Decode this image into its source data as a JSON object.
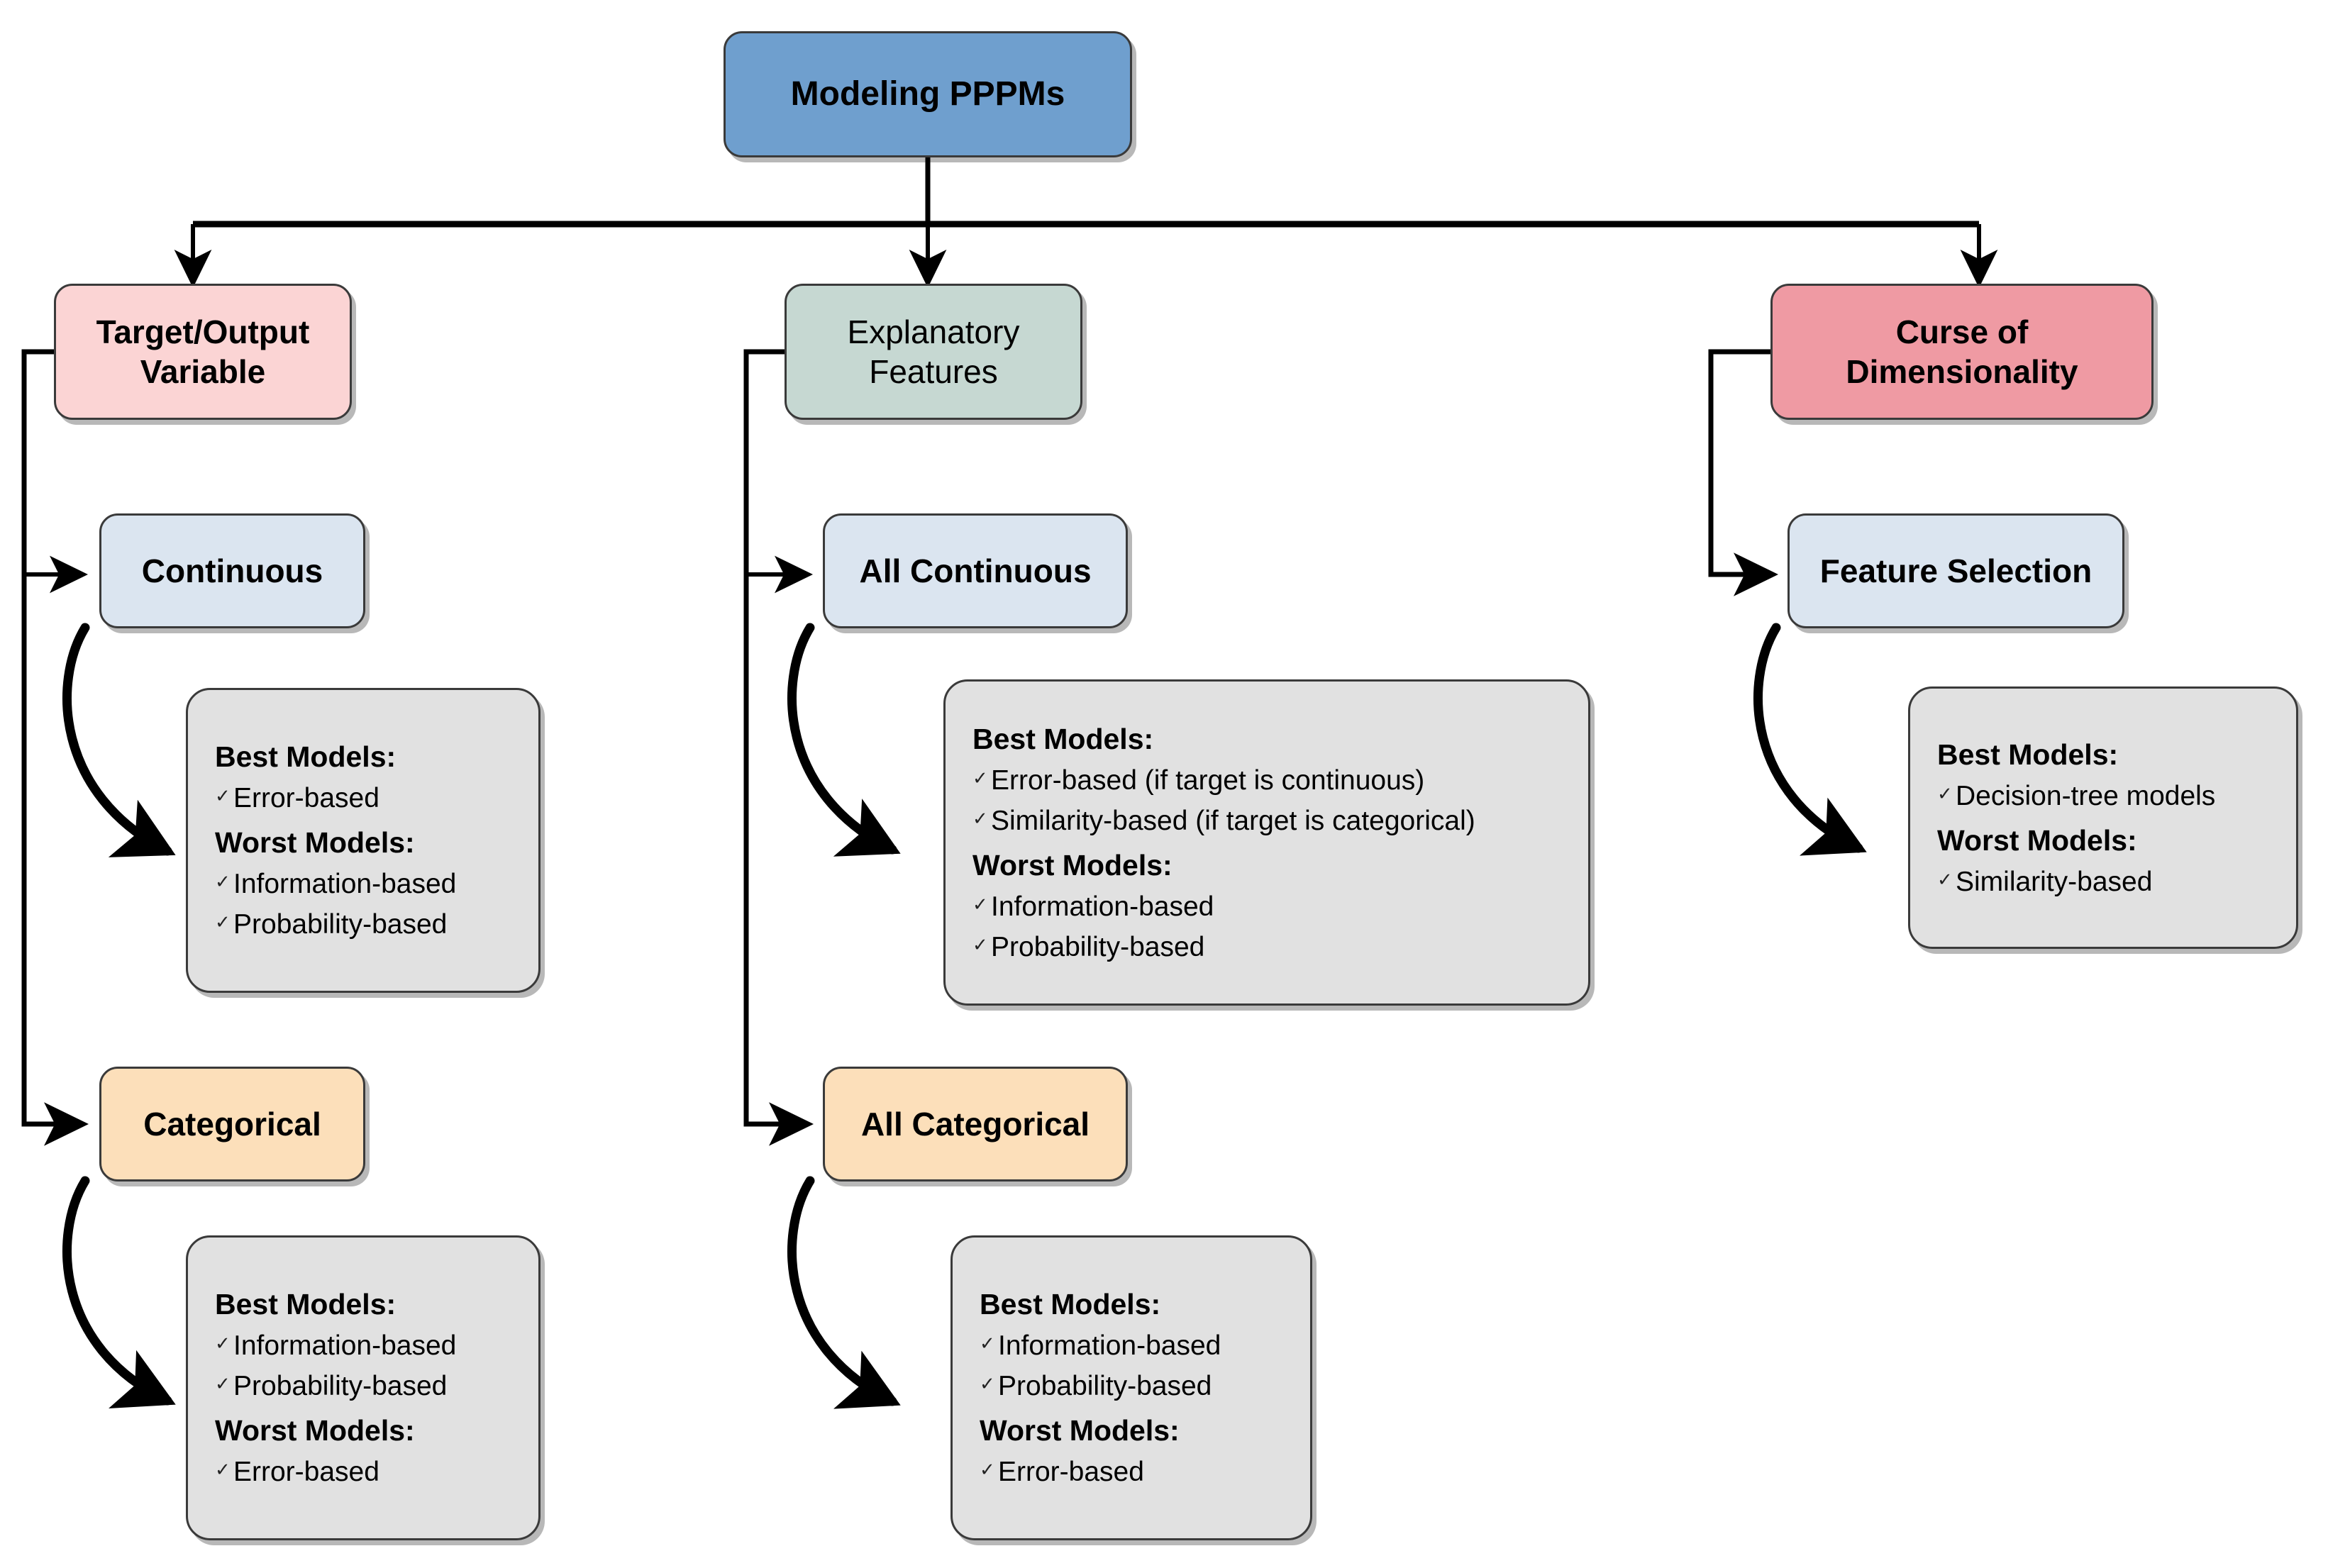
{
  "diagram": {
    "title": "Modeling PPPMs",
    "root": {
      "label": "Modeling PPPMs"
    },
    "branches": [
      {
        "id": "target-output-variable",
        "label": "Target/Output Variable",
        "color": "#fbd4d4",
        "children": [
          {
            "id": "continuous",
            "label": "Continuous",
            "color": "#dbe5f0",
            "detail": {
              "best_label": "Best Models:",
              "best": [
                "Error-based"
              ],
              "worst_label": "Worst Models:",
              "worst": [
                "Information-based",
                "Probability-based"
              ]
            }
          },
          {
            "id": "categorical",
            "label": "Categorical",
            "color": "#fcdfba",
            "detail": {
              "best_label": "Best Models:",
              "best": [
                "Information-based",
                "Probability-based"
              ],
              "worst_label": "Worst Models:",
              "worst": [
                "Error-based"
              ]
            }
          }
        ]
      },
      {
        "id": "explanatory-features",
        "label": "Explanatory Features",
        "color": "#c6d8d2",
        "children": [
          {
            "id": "all-continuous",
            "label": "All Continuous",
            "color": "#dbe5f0",
            "detail": {
              "best_label": "Best Models:",
              "best": [
                "Error-based (if target is continuous)",
                "Similarity-based (if target is categorical)"
              ],
              "worst_label": "Worst Models:",
              "worst": [
                "Information-based",
                "Probability-based"
              ]
            }
          },
          {
            "id": "all-categorical",
            "label": "All Categorical",
            "color": "#fcdfba",
            "detail": {
              "best_label": "Best Models:",
              "best": [
                "Information-based",
                "Probability-based"
              ],
              "worst_label": "Worst Models:",
              "worst": [
                "Error-based"
              ]
            }
          }
        ]
      },
      {
        "id": "curse-of-dimensionality",
        "label": "Curse of Dimensionality",
        "color": "#ef9aa3",
        "children": [
          {
            "id": "feature-selection",
            "label": "Feature Selection",
            "color": "#dbe5f0",
            "detail": {
              "best_label": "Best Models:",
              "best": [
                "Decision-tree models"
              ],
              "worst_label": "Worst Models:",
              "worst": [
                "Similarity-based"
              ]
            }
          }
        ]
      }
    ],
    "labels": {
      "root": "Modeling PPPMs",
      "target_line1": "Target/Output",
      "target_line2": "Variable",
      "explanatory_line1": "Explanatory",
      "explanatory_line2": "Features",
      "curse_line1": "Curse of",
      "curse_line2": "Dimensionality",
      "continuous": "Continuous",
      "categorical": "Categorical",
      "all_continuous": "All Continuous",
      "all_categorical": "All Categorical",
      "feature_selection": "Feature Selection",
      "best_models": "Best Models:",
      "worst_models": "Worst Models:",
      "error_based": "Error-based",
      "information_based": "Information-based",
      "probability_based": "Probability-based",
      "similarity_based": "Similarity-based",
      "decision_tree_models": "Decision-tree models",
      "error_based_if_continuous": "Error-based (if target is continuous)",
      "similarity_based_if_categorical": "Similarity-based (if target is categorical)",
      "bullet_glyph": "✓"
    },
    "colors": {
      "root": "#6f9fce",
      "target": "#fbd4d4",
      "explanatory": "#c6d8d2",
      "curse": "#ef9aa3",
      "light_blue": "#dbe5f0",
      "peach": "#fcdfba",
      "gray": "#e1e1e1",
      "stroke": "#3a3a3a",
      "background": "#ffffff"
    }
  }
}
